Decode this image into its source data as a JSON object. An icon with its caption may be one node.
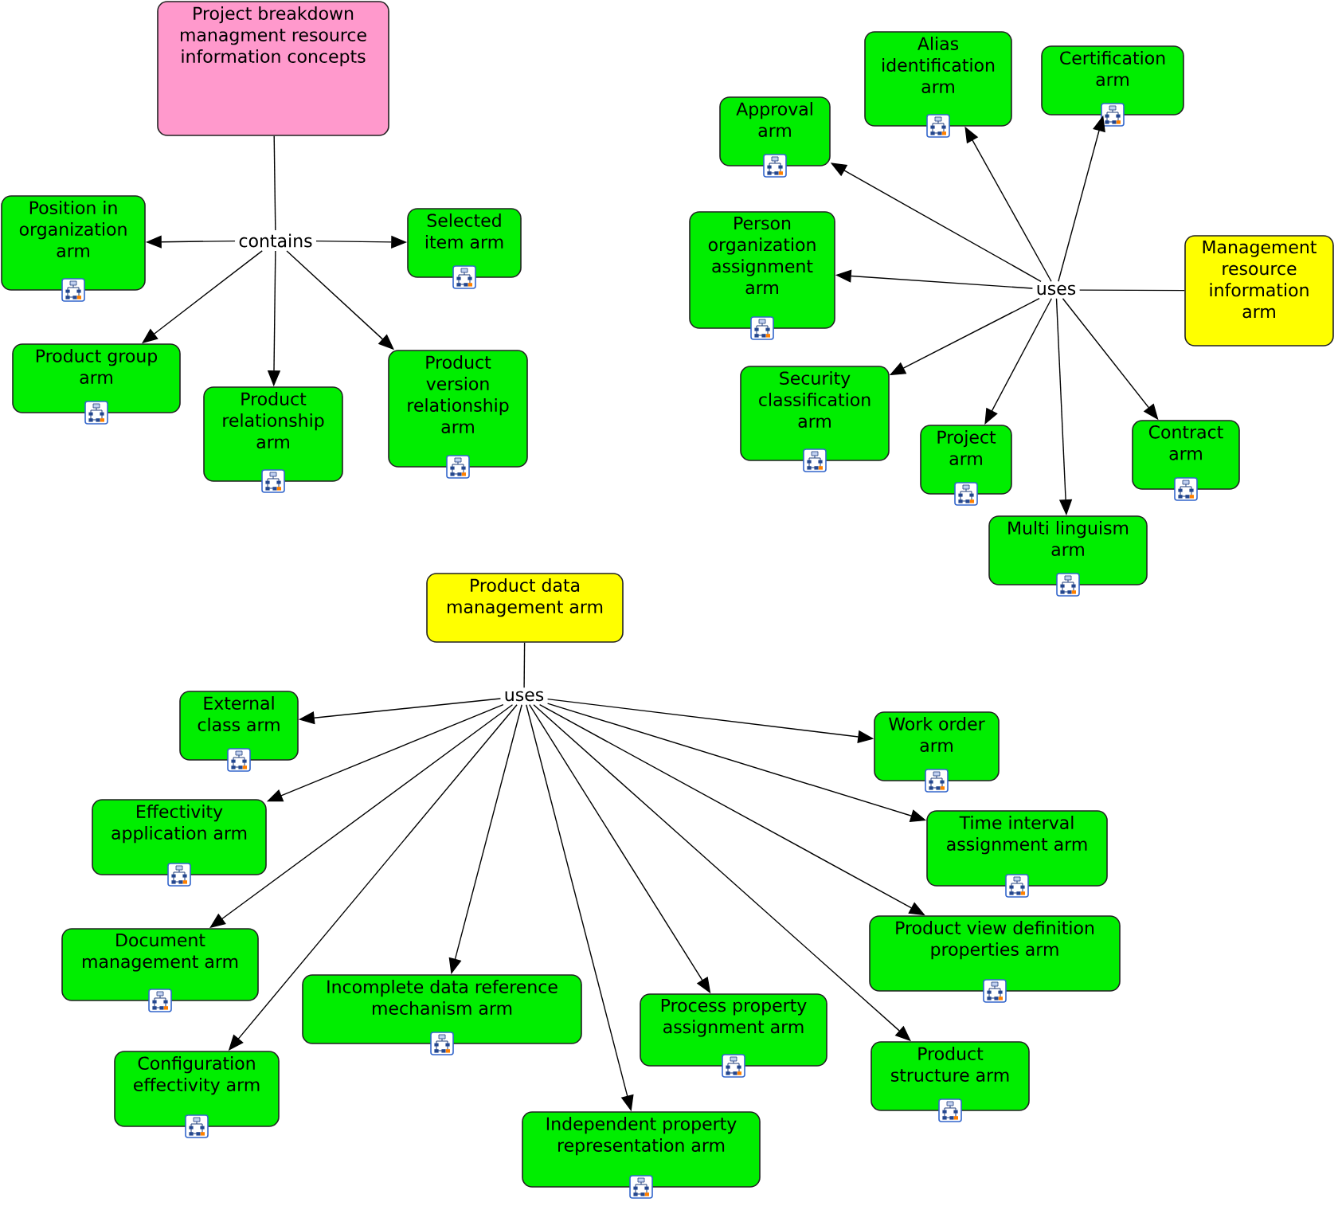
{
  "diagram": {
    "nodes": [
      {
        "text": [
          "Project breakdown managment resource information concepts"
        ]
      },
      {
        "text": [
          "contains"
        ]
      },
      {
        "text": [
          "Position in organization arm"
        ]
      },
      {
        "text": [
          "Selected item arm"
        ]
      },
      {
        "text": [
          "Product group arm"
        ]
      },
      {
        "text": [
          "Product relationship arm"
        ]
      },
      {
        "text": [
          "Product version relationship arm"
        ]
      },
      {
        "text": [
          "Management resource information arm"
        ]
      },
      {
        "text": [
          "uses"
        ]
      },
      {
        "text": [
          "Approval arm"
        ]
      },
      {
        "text": [
          "Alias identification arm"
        ]
      },
      {
        "text": [
          "Certification arm"
        ]
      },
      {
        "text": [
          "Person organization assignment arm"
        ]
      },
      {
        "text": [
          "Security classification arm"
        ]
      },
      {
        "text": [
          "Project arm"
        ]
      },
      {
        "text": [
          "Contract arm"
        ]
      },
      {
        "text": [
          "Multi linguism arm"
        ]
      },
      {
        "text": [
          "Product data management arm"
        ]
      },
      {
        "text": [
          "uses"
        ]
      },
      {
        "text": [
          "External class arm"
        ]
      },
      {
        "text": [
          "Work order arm"
        ]
      },
      {
        "text": [
          "Effectivity application arm"
        ]
      },
      {
        "text": [
          "Time interval assignment arm"
        ]
      },
      {
        "text": [
          "Document management arm"
        ]
      },
      {
        "text": [
          "Product view definition properties arm"
        ]
      },
      {
        "text": [
          "Incomplete data reference mechanism arm"
        ]
      },
      {
        "text": [
          "Process property assignment arm"
        ]
      },
      {
        "text": [
          "Configuration effectivity arm"
        ]
      },
      {
        "text": [
          "Product structure arm"
        ]
      },
      {
        "text": [
          "Independent property representation arm"
        ]
      }
    ],
    "edges": [
      {
        "from": 0,
        "to": 1,
        "arrow": "none"
      },
      {
        "from": 1,
        "to": 2,
        "arrow": "to"
      },
      {
        "from": 1,
        "to": 3,
        "arrow": "to"
      },
      {
        "from": 1,
        "to": 4,
        "arrow": "to"
      },
      {
        "from": 1,
        "to": 5,
        "arrow": "to"
      },
      {
        "from": 1,
        "to": 6,
        "arrow": "to"
      },
      {
        "from": 7,
        "to": 8,
        "arrow": "none"
      },
      {
        "from": 8,
        "to": 9,
        "arrow": "to"
      },
      {
        "from": 8,
        "to": 10,
        "arrow": "to"
      },
      {
        "from": 8,
        "to": 11,
        "arrow": "to"
      },
      {
        "from": 8,
        "to": 12,
        "arrow": "to"
      },
      {
        "from": 8,
        "to": 13,
        "arrow": "to"
      },
      {
        "from": 8,
        "to": 14,
        "arrow": "to"
      },
      {
        "from": 8,
        "to": 15,
        "arrow": "to"
      },
      {
        "from": 8,
        "to": 16,
        "arrow": "to"
      },
      {
        "from": 17,
        "to": 18,
        "arrow": "none"
      },
      {
        "from": 18,
        "to": 19,
        "arrow": "to"
      },
      {
        "from": 18,
        "to": 20,
        "arrow": "to"
      },
      {
        "from": 18,
        "to": 21,
        "arrow": "to"
      },
      {
        "from": 18,
        "to": 22,
        "arrow": "to"
      },
      {
        "from": 18,
        "to": 23,
        "arrow": "to"
      },
      {
        "from": 18,
        "to": 24,
        "arrow": "to"
      },
      {
        "from": 18,
        "to": 25,
        "arrow": "to"
      },
      {
        "from": 18,
        "to": 26,
        "arrow": "to"
      },
      {
        "from": 18,
        "to": 27,
        "arrow": "to"
      },
      {
        "from": 18,
        "to": 28,
        "arrow": "to"
      },
      {
        "from": 18,
        "to": 29,
        "arrow": "to"
      }
    ]
  }
}
